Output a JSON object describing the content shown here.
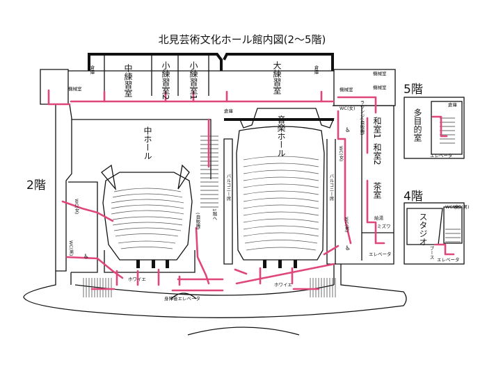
{
  "title": "北見芸術文化ホール館内図(2～5階)",
  "floors": {
    "f2": "2階",
    "f4": "4階",
    "f5": "5階"
  },
  "rooms": {
    "naka_renshu": "中練習室",
    "sho_renshu2": "小練習室2",
    "sho_renshu1": "小練習室1",
    "dai_renshu": "大練習室",
    "naka_hall": "中ホール",
    "ongaku_hall": "音楽ホール",
    "wa1": "和室1",
    "wa2": "和室2",
    "cha": "茶室",
    "tamokuteki": "多目的室",
    "studio": "スタジオ",
    "booth": "ブース",
    "kikai_l": "機械室",
    "kikai_r1": "機械室",
    "kikai_r2": "機械室",
    "kikai_r3": "機械室",
    "souko_l": "倉庫",
    "souko_r": "倉庫",
    "souko_5": "倉庫",
    "souko_hall": "倉庫",
    "lounge": "ラウンジ(自販機)",
    "balcony_l": "バルコニー席",
    "balcony_r": "バルコニー席",
    "hall_vending": "(自販機)",
    "lobby_stair": "1階へ",
    "wc_woman_l": "WC(女)",
    "wc_man_l": "WC(男)",
    "wc_woman_r1": "WC(女)",
    "wc_woman_r2": "WC(女)",
    "wc_man_r": "WC(男)",
    "wc_w4": "WC(女)",
    "wc_m4": "WC(男)",
    "kyutou": "給湯",
    "mizumawari": "ミズワ"
  },
  "lobby": {
    "foyer_l": "ホワイエ",
    "foyer_r": "ホワイエ"
  },
  "elevators": {
    "main": "エレベータ",
    "e5": "エレベータ",
    "e4": "エレベータ",
    "accessible": "身障者エレベータ"
  },
  "colors": {
    "route": "#e0457b",
    "wall": "#111111",
    "background": "#ffffff"
  }
}
